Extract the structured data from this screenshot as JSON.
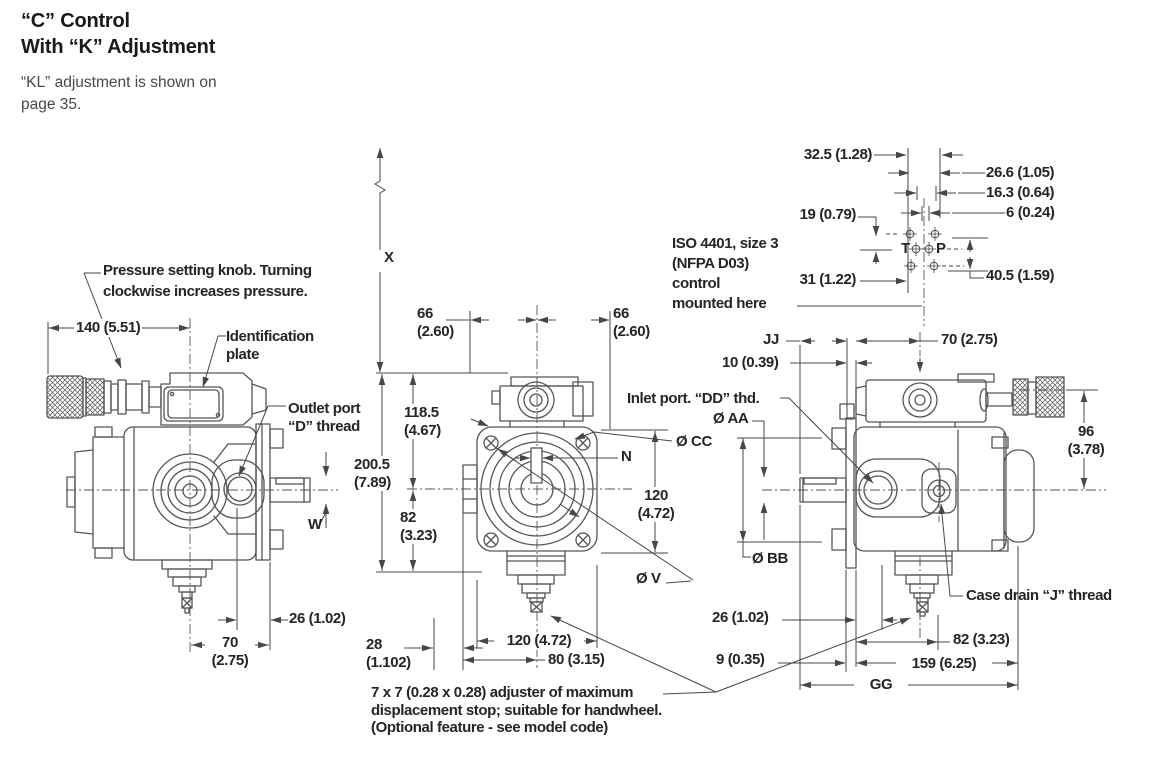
{
  "colors": {
    "background": "#ffffff",
    "line": "#54555a",
    "dimension": "#46474b",
    "text": "#272329"
  },
  "header": {
    "title": "“C” Control\nWith “K” Adjustment",
    "note": "“KL” adjustment is shown on\npage 35."
  },
  "left_view": {
    "knob_note": "Pressure setting knob. Turning\nclockwise increases pressure.",
    "dim_knob_length": "140 (5.51)",
    "id_plate": "Identification\nplate",
    "outlet_port": "Outlet port\n“D” thread",
    "shaft_dia": "W",
    "dim_port_to_flange": "26 (1.02)",
    "dim_center_to_flange": "70\n(2.75)"
  },
  "front_view": {
    "dim_height_ref": "X",
    "dim_stud_left": "66\n(2.60)",
    "dim_stud_right": "66\n(2.60)",
    "dim_top_to_center": "118.5\n(4.67)",
    "dim_total_height": "200.5\n(7.89)",
    "dim_center_to_base": "82\n(3.23)",
    "key_width": "N",
    "spigot_dia": "Ø CC",
    "dim_port_face_height": "120\n(4.72)",
    "pilot_dia": "Ø V",
    "dim_adjuster_offset": "28\n(1.102)",
    "dim_body_width": "120 (4.72)",
    "dim_center_to_tab": "80 (3.15)",
    "adjuster_note": "7 x 7 (0.28 x 0.28) adjuster of maximum\ndisplacement stop; suitable for handwheel.\n(Optional feature - see model code)"
  },
  "valve_pad": {
    "note": "ISO 4401, size 3\n(NFPA D03)\ncontrol\nmounted here",
    "dim_325": "32.5 (1.28)",
    "dim_266": "26.6 (1.05)",
    "dim_163": "16.3 (0.64)",
    "dim_6": "6 (0.24)",
    "dim_19": "19 (0.79)",
    "dim_31": "31 (1.22)",
    "dim_405": "40.5 (1.59)",
    "port_t": "T",
    "port_p": "P"
  },
  "right_view": {
    "dim_shaft_ext": "JJ",
    "dim_flange_thickness": "10 (0.39)",
    "dim_flange_to_center": "70 (2.75)",
    "inlet_port": "Inlet port. “DD” thd.",
    "shaft_dia": "Ø AA",
    "pilot_dia": "Ø BB",
    "dim_center_to_knob": "96\n(3.78)",
    "case_drain": "Case drain “J” thread",
    "dim_26": "26 (1.02)",
    "dim_9": "9 (0.35)",
    "dim_82": "82 (3.23)",
    "dim_159": "159 (6.25)",
    "dim_overall": "GG"
  }
}
